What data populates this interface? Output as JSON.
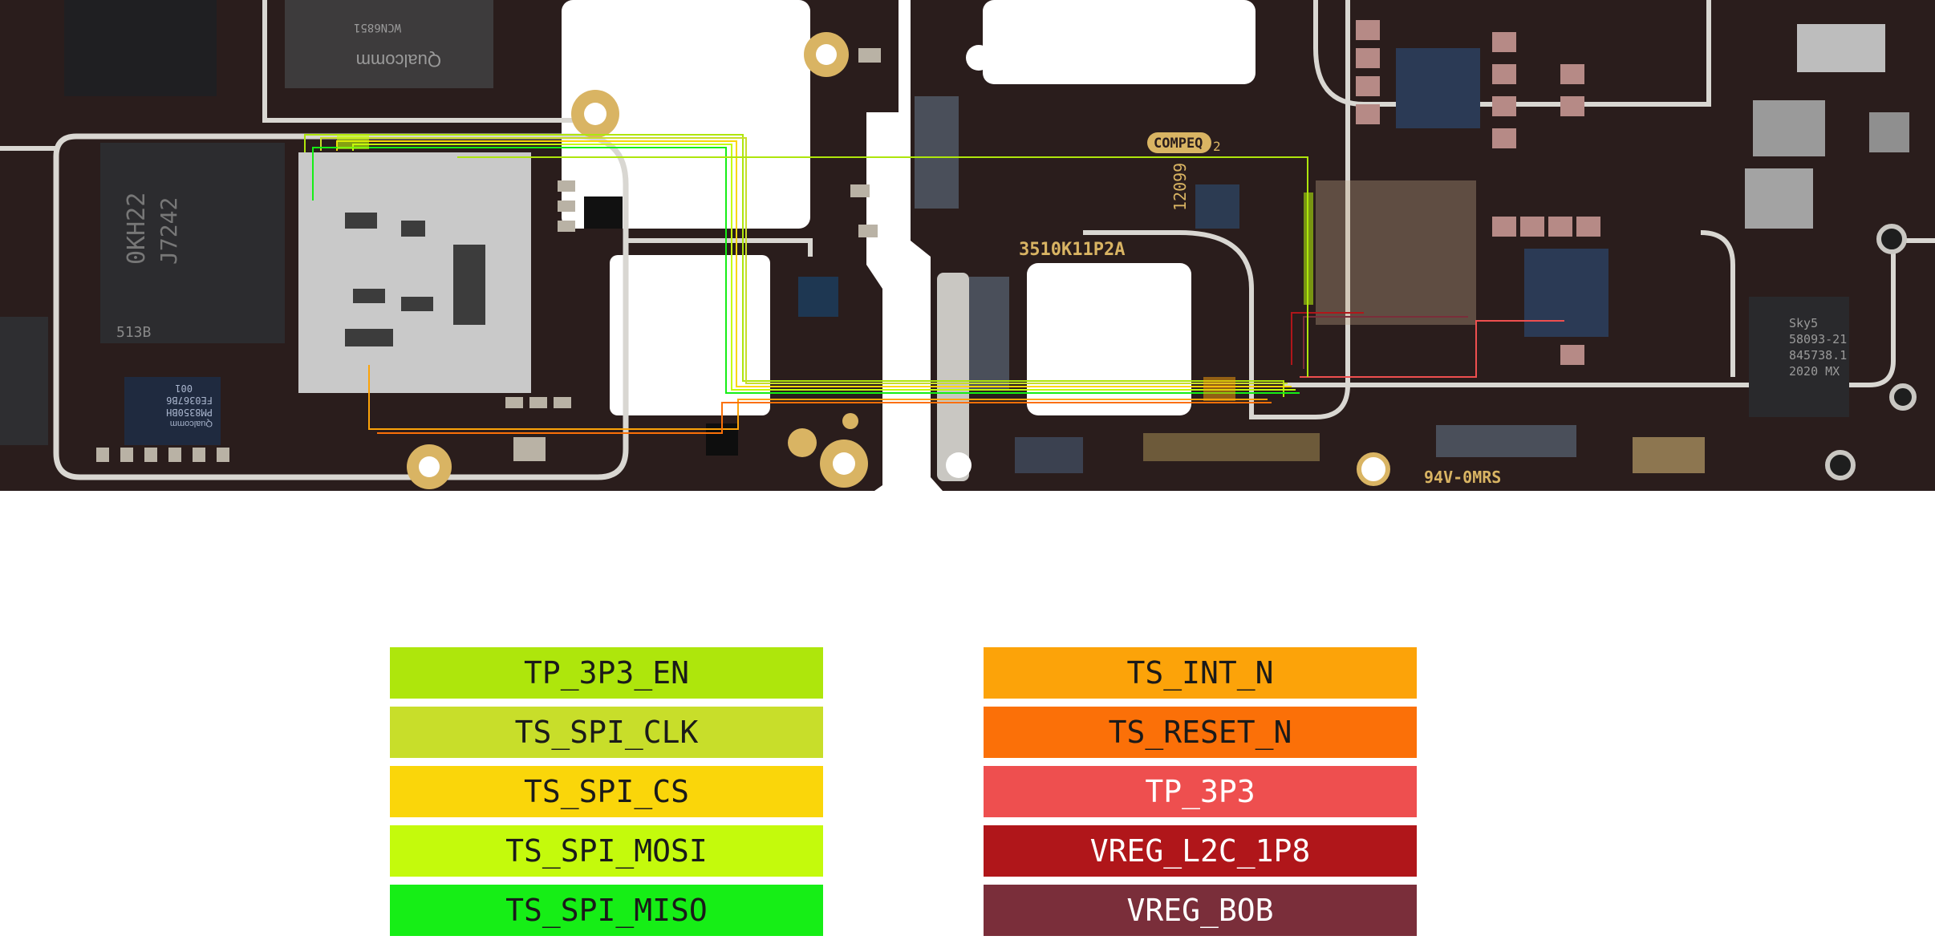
{
  "board": {
    "chip_marks": [
      {
        "id": "qualcomm-top",
        "text": "Qualcomm"
      },
      {
        "id": "wcn",
        "text": "WCN6851"
      },
      {
        "id": "pmic-qcom",
        "text": "Qualcomm"
      },
      {
        "id": "pmic-part",
        "text": "PM8350BH"
      },
      {
        "id": "pmic-code",
        "text": "FE0367B6"
      },
      {
        "id": "pmic-rev",
        "text": "001"
      },
      {
        "id": "mem-code",
        "text": "0KH22"
      },
      {
        "id": "mem-code2",
        "text": "J7242"
      },
      {
        "id": "mem-sub",
        "text": "513B"
      },
      {
        "id": "compeq",
        "text": "COMPEQ"
      },
      {
        "id": "compeq-num",
        "text": "2"
      },
      {
        "id": "board-num",
        "text": "12099"
      },
      {
        "id": "board-part",
        "text": "3510K11P2A"
      },
      {
        "id": "ul-mark",
        "text": "94V-0MRS"
      },
      {
        "id": "skyworks",
        "text": "Sky5"
      },
      {
        "id": "skyworks-part",
        "text": "58093-21"
      },
      {
        "id": "skyworks-lot",
        "text": "845738.1"
      },
      {
        "id": "skyworks-date",
        "text": "2020 MX"
      }
    ]
  },
  "legend": {
    "left": [
      {
        "label": "TP_3P3_EN",
        "color": "#aee60c",
        "text_color": "#1a1a1a"
      },
      {
        "label": "TS_SPI_CLK",
        "color": "#c8de2a",
        "text_color": "#1a1a1a"
      },
      {
        "label": "TS_SPI_CS",
        "color": "#fad60a",
        "text_color": "#1a1a1a"
      },
      {
        "label": "TS_SPI_MOSI",
        "color": "#c4fa0c",
        "text_color": "#1a1a1a"
      },
      {
        "label": "TS_SPI_MISO",
        "color": "#16ee16",
        "text_color": "#1a1a1a"
      }
    ],
    "right": [
      {
        "label": "TS_INT_N",
        "color": "#fca309",
        "text_color": "#1a1a1a"
      },
      {
        "label": "TS_RESET_N",
        "color": "#fb7008",
        "text_color": "#1a1a1a"
      },
      {
        "label": "TP_3P3",
        "color": "#ee4f4f",
        "text_color": "#ffffff"
      },
      {
        "label": "VREG_L2C_1P8",
        "color": "#b0161a",
        "text_color": "#ffffff"
      },
      {
        "label": "VREG_BOB",
        "color": "#7a2e3a",
        "text_color": "#ffffff"
      }
    ]
  }
}
